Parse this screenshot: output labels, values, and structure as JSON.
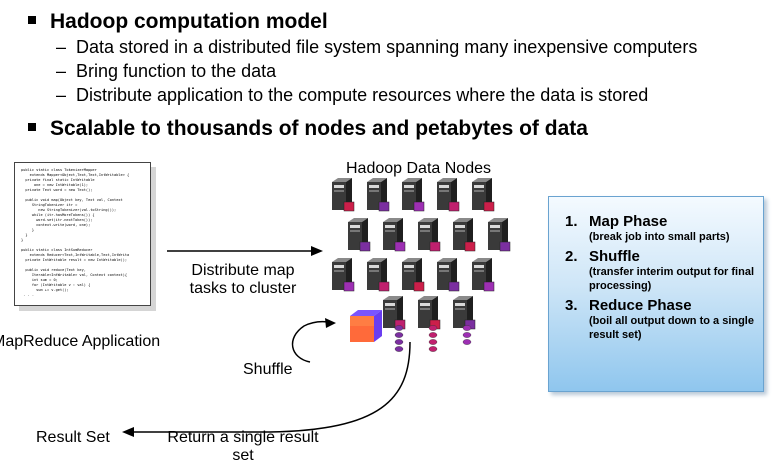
{
  "bullets": [
    {
      "text": "Hadoop computation model",
      "sub": [
        "Data stored in a distributed file system spanning many inexpensive computers",
        "Bring function to the data",
        "Distribute application to the compute resources where the data is stored"
      ]
    },
    {
      "text": "Scalable to thousands of nodes and petabytes of data"
    }
  ],
  "diagram": {
    "nodes_title": "Hadoop Data Nodes",
    "app_label": "MapReduce Application",
    "distribute_label_line1": "Distribute map",
    "distribute_label_line2": "tasks to cluster",
    "shuffle_label": "Shuffle",
    "result_label": "Result Set",
    "return_label_line1": "Return a single result",
    "return_label_line2": "set",
    "code_text": "public static class TokenizerMapper\n    extends Mapper<Object,Text,Text,IntWritable> {\n  private final static IntWritable\n      one = new IntWritable(1);\n  private Text word = new Text();\n\n  public void map(Object key, Text val, Context\n     StringTokenizer itr =\n        new StringTokenizer(val.toString());\n     while (itr.hasMoreTokens()) {\n       word.set(itr.nextToken());\n       context.write(word, one);\n     }\n  }\n}\n\npublic static class IntSumReducer\n    extends Reducer<Text,IntWritable,Text,IntWrita\n  private IntWritable result = new IntWritable();\n\n  public void reduce(Text key,\n     Iterable<IntWritable> val, Context context){\n     int sum = 0;\n     for (IntWritable v : val) {\n       sum += v.get();\n . . ."
  },
  "phases": [
    {
      "num": "1.",
      "title": "Map Phase",
      "desc": "(break job into small parts)"
    },
    {
      "num": "2.",
      "title": "Shuffle",
      "desc": "(transfer interim output for final processing)"
    },
    {
      "num": "3.",
      "title": "Reduce Phase",
      "desc": "(boil all output down to a single result set)"
    }
  ],
  "colors": {
    "server_dark": "#3a3a3a",
    "server_light": "#d9d9d9",
    "node_tags": [
      "#cc1f4a",
      "#7b2fa0",
      "#9d2fb3",
      "#c0206e"
    ],
    "reduce_cube": "#6a3df0",
    "phase_box_border": "#6aa3d0"
  }
}
